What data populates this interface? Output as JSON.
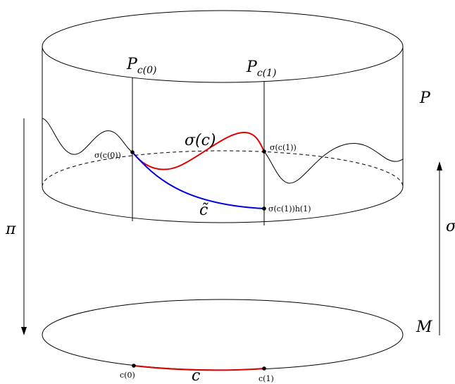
{
  "labels": {
    "fiber_c0_main": "P",
    "fiber_c0_sub": "c(0)",
    "fiber_c1_main": "P",
    "fiber_c1_sub": "c(1)",
    "total_space": "P",
    "projection": "π",
    "section": "σ",
    "base_space": "M",
    "section_curve_main": "σ(c)",
    "lift_curve": "c̃",
    "point_sigma_c0": "σ(c(0))",
    "point_sigma_c1": "σ(c(1))",
    "point_sigma_c1_h1": "σ(c(1))h(1)",
    "point_c0": "c(0)",
    "point_c1": "c(1)",
    "base_curve": "c"
  },
  "colors": {
    "section_curve": "#e00000",
    "lift_curve": "#0000e0",
    "base_curve": "#e00000",
    "lines": "#000000"
  }
}
